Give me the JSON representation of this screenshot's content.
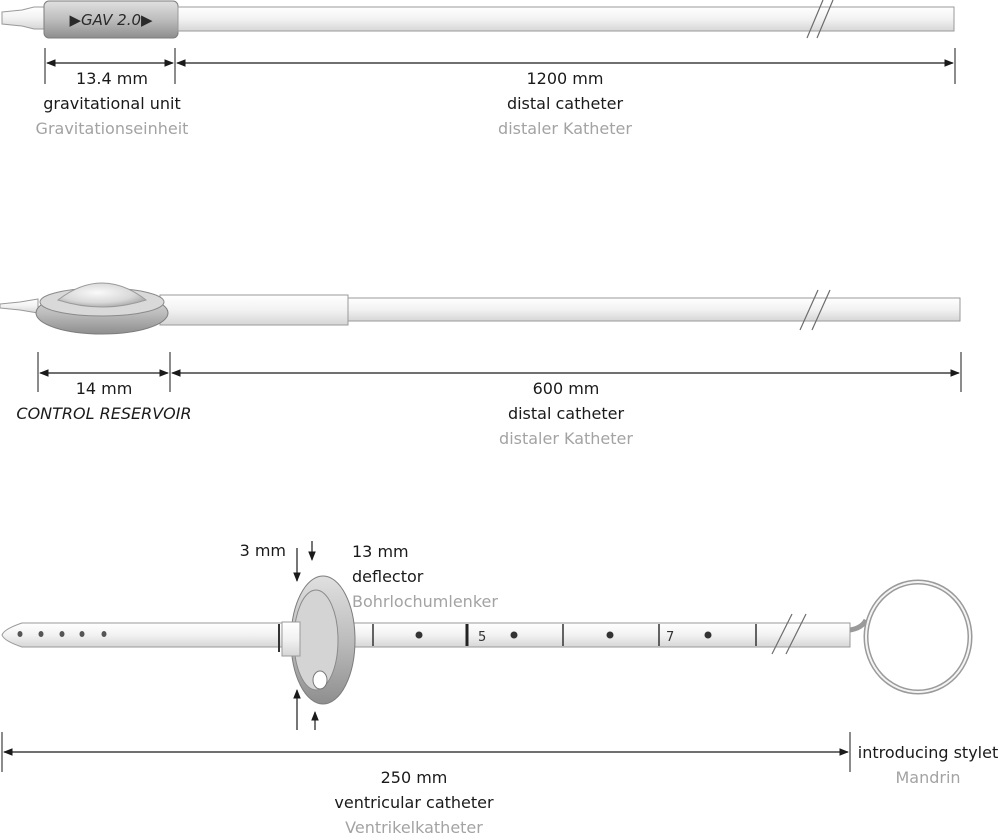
{
  "shunt1": {
    "valve_label": "▶GAV 2.0▶",
    "left_length": "13.4 mm",
    "left_name": "gravitational unit",
    "left_name_de": "Gravitationseinheit",
    "right_length": "1200 mm",
    "right_name": "distal catheter",
    "right_name_de": "distaler Katheter"
  },
  "shunt2": {
    "left_length": "14 mm",
    "left_name": "CONTROL RESERVOIR",
    "right_length": "600 mm",
    "right_name": "distal catheter",
    "right_name_de": "distaler Katheter"
  },
  "shunt3": {
    "thickness": "3 mm",
    "deflector_length": "13 mm",
    "deflector_name": "deflector",
    "deflector_name_de": "Bohrlochumlenker",
    "mark_5": "5",
    "mark_7": "7",
    "catheter_length": "250 mm",
    "catheter_name": "ventricular catheter",
    "catheter_name_de": "Ventrikelkatheter",
    "stylet_name": "introducing stylet",
    "stylet_name_de": "Mandrin"
  },
  "colors": {
    "tube_fill": "#f4f4f4",
    "tube_stroke": "#9a9a9a",
    "valve_fill": "#bdbdbd",
    "secondary_text": "#a3a3a3"
  }
}
